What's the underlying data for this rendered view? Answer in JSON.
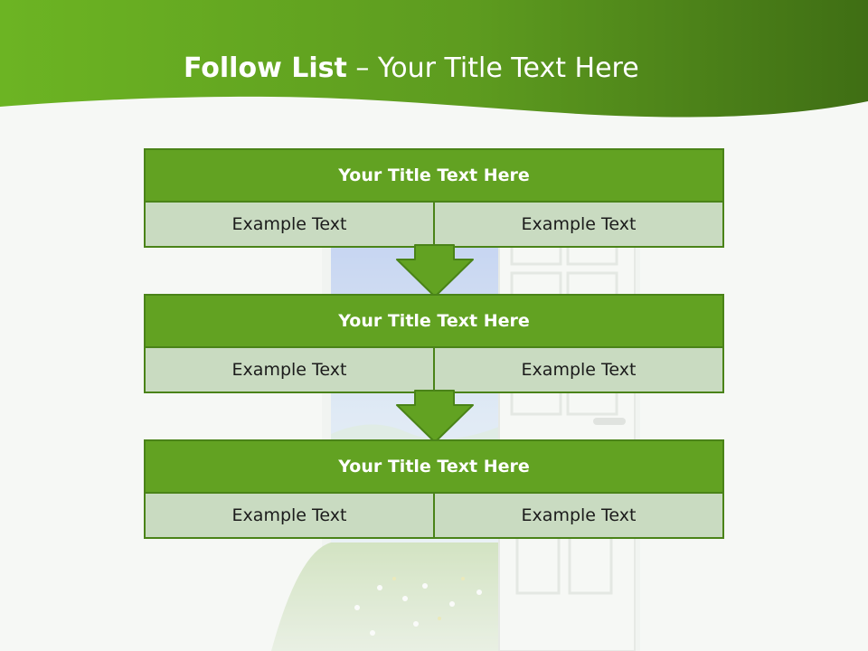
{
  "slide": {
    "title_bold": "Follow List",
    "title_rest": " – Your Title Text Here"
  },
  "blocks": [
    {
      "title": "Your Title Text Here",
      "cells": [
        "Example Text",
        "Example Text"
      ]
    },
    {
      "title": "Your Title Text Here",
      "cells": [
        "Example Text",
        "Example Text"
      ]
    },
    {
      "title": "Your Title Text Here",
      "cells": [
        "Example Text",
        "Example Text"
      ]
    }
  ],
  "colors": {
    "header_light": "#6cb423",
    "header_dark": "#3f6e14",
    "bar_fill": "#62a222",
    "cell_fill": "#c9dbc1",
    "border": "#4a8318"
  },
  "icons": [
    "down-arrow-icon",
    "down-arrow-icon"
  ]
}
